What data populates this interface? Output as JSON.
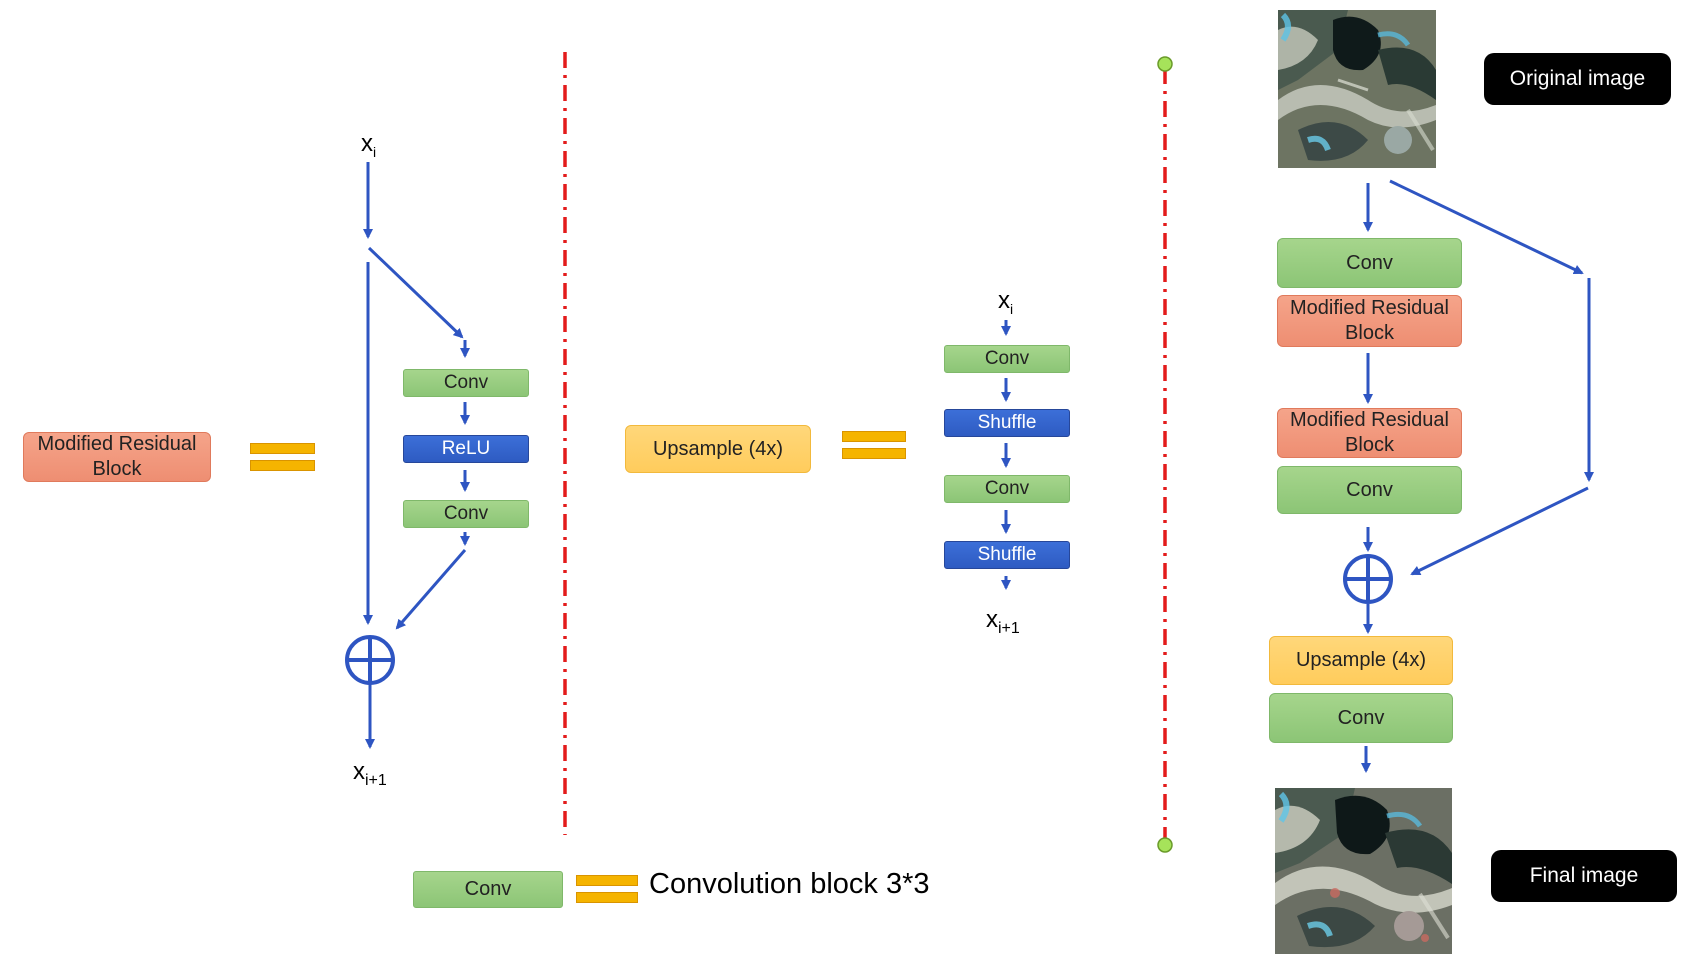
{
  "panel_a": {
    "input_label": "x",
    "input_sub": "i",
    "output_label": "x",
    "output_sub": "i+1",
    "block_label": "Modified Residual Block",
    "conv1": "Conv",
    "relu": "ReLU",
    "conv2": "Conv"
  },
  "panel_b": {
    "block_label": "Upsample (4x)",
    "input_label": "x",
    "input_sub": "i",
    "output_label": "x",
    "output_sub": "i+1",
    "conv1": "Conv",
    "shuffle1": "Shuffle",
    "conv2": "Conv",
    "shuffle2": "Shuffle"
  },
  "legend": {
    "conv_label": "Conv",
    "description": "Convolution block 3*3"
  },
  "panel_c": {
    "original_label": "Original image",
    "final_label": "Final image",
    "conv1": "Conv",
    "mrb1": "Modified Residual Block",
    "mrb2": "Modified Residual Block",
    "conv2": "Conv",
    "upsample": "Upsample (4x)",
    "conv3": "Conv"
  },
  "colors": {
    "arrow": "#2e55c2",
    "divider": "#e31b1b",
    "conv_green": "#8cc576",
    "relu_blue": "#2e5bc2",
    "residual_salmon": "#ee8e72",
    "upsample_yellow": "#ffcc5c",
    "equals_orange": "#f5b400"
  }
}
